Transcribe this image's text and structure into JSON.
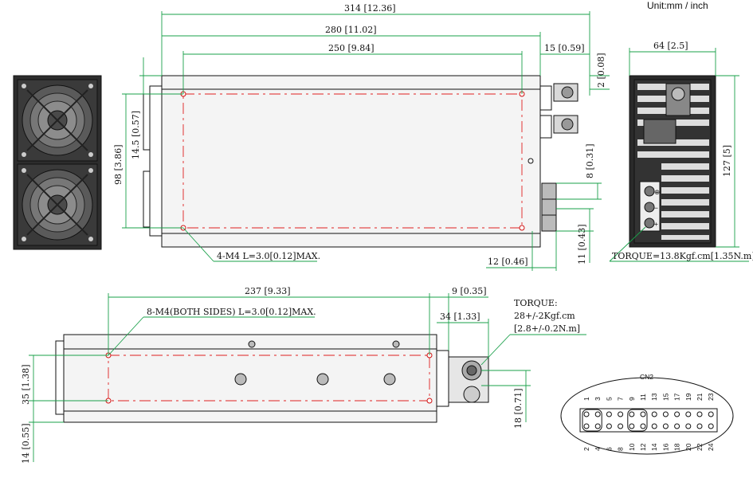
{
  "unit_label": "Unit:mm / inch",
  "dimensions": {
    "overall_length": "314 [12.36]",
    "body_length": "280 [11.02]",
    "hole_pitch_top": "250 [9.84]",
    "terminal_offset": "15 [0.59]",
    "top_step": "2 [0.08]",
    "width": "64 [2.5]",
    "height_right": "127 [5]",
    "hole_span_vertical": "98 [3.86]",
    "hole_offset_vertical": "14.5 [0.57]",
    "terminal_height_a": "8 [0.31]",
    "terminal_height_b": "11 [0.43]",
    "terminal_depth": "12 [0.46]",
    "hole_pitch_bottom": "237 [9.33]",
    "bottom_offset": "9 [0.35]",
    "stud_offset": "34 [1.33]",
    "bottom_height_a": "35 [1.38]",
    "bottom_height_b": "14 [0.55]",
    "stud_height": "18 [0.71]"
  },
  "notes": {
    "top_holes": "4-M4 L=3.0[0.12]MAX.",
    "side_holes": "8-M4(BOTH SIDES) L=3.0[0.12]MAX.",
    "torque_terminal": "TORQUE=13.8Kgf.cm[1.35N.m]",
    "torque_stud_title": "TORQUE:",
    "torque_stud_value": "28+/-2Kgf.cm",
    "torque_stud_nm": "[2.8+/-0.2N.m]"
  },
  "connector": {
    "name": "CN2",
    "top_pins": [
      "1",
      "3",
      "5",
      "7",
      "9",
      "11",
      "13",
      "15",
      "17",
      "19",
      "21",
      "23"
    ],
    "bottom_pins": [
      "2",
      "4",
      "6",
      "8",
      "10",
      "12",
      "14",
      "16",
      "18",
      "20",
      "22",
      "24"
    ],
    "terminal_labels": [
      "⊕",
      "−",
      "+"
    ]
  }
}
